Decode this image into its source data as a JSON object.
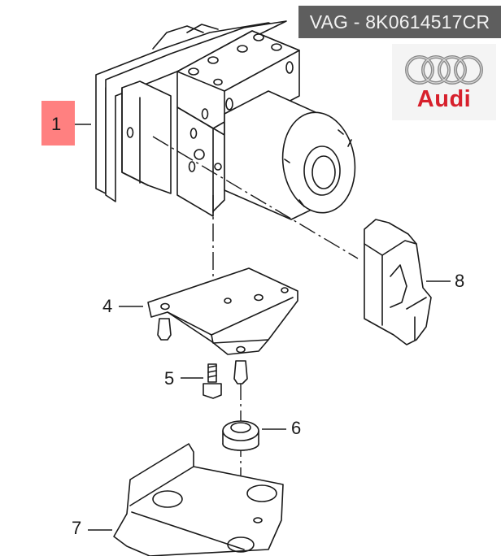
{
  "header": {
    "part_number_label": "VAG - 8K0614517CR"
  },
  "brand": {
    "name": "Audi",
    "logo_icon": "four-rings-icon",
    "color": "#d7202c"
  },
  "highlight": {
    "color": "#ff8080",
    "callout": "1"
  },
  "callouts": [
    {
      "id": "1",
      "part": "abs-control-unit-with-hydraulic-unit"
    },
    {
      "id": "4",
      "part": "mounting-bracket"
    },
    {
      "id": "5",
      "part": "bolt"
    },
    {
      "id": "6",
      "part": "rubber-mount"
    },
    {
      "id": "7",
      "part": "bracket"
    },
    {
      "id": "8",
      "part": "connector"
    }
  ],
  "banner_color": "#5e5e5e"
}
